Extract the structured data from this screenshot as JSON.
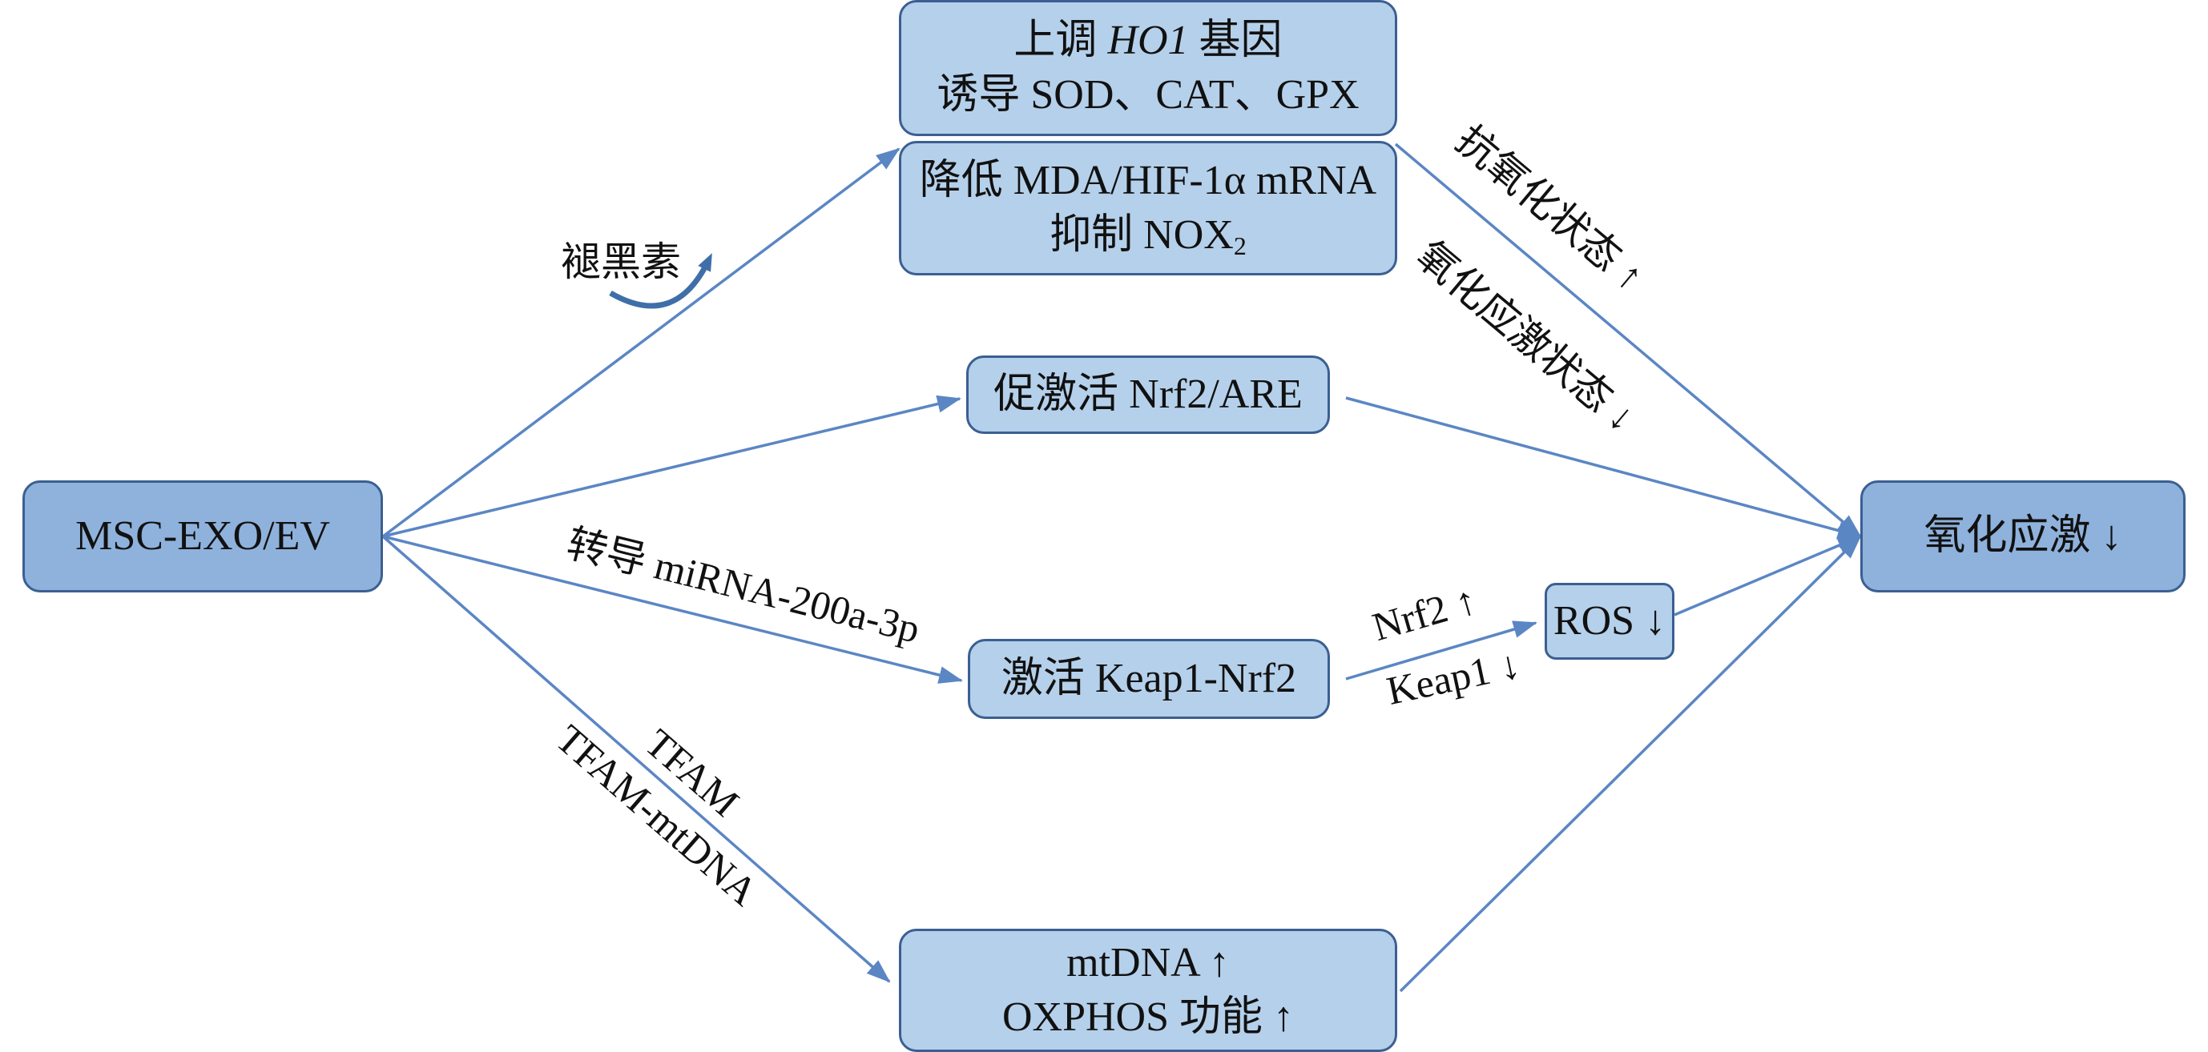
{
  "nodes": {
    "source": "MSC-EXO/EV",
    "target": "氧化应激 ↓",
    "ho1": {
      "line1_a": "上调 ",
      "line1_gene": "HO1",
      "line1_b": " 基因",
      "line2": "诱导 SOD、CAT、GPX"
    },
    "mda": {
      "line1": "降低 MDA/HIF-1α mRNA",
      "line2_a": "抑制 NOX",
      "line2_sub": "2"
    },
    "nrf2_are": "促激活 Nrf2/ARE",
    "keap1": "激活 Keap1-Nrf2",
    "ros": "ROS ↓",
    "mtdna": {
      "line1": "mtDNA ↑",
      "line2": "OXPHOS 功能 ↑"
    }
  },
  "edge_labels": {
    "melatonin": "褪黑素",
    "antioxidant": "抗氧化状态 ↑",
    "oxidative_stress_state": "氧化应激状态 ↓",
    "mirna": "转导 miRNA-200a-3p",
    "nrf2_up": "Nrf2 ↑",
    "keap1_down": "Keap1 ↓",
    "tfam": "TFAM",
    "tfam_mtdna": "TFAM-mtDNA"
  },
  "colors": {
    "box_dark": "#8fb2dc",
    "box_light": "#b5d0ea",
    "border": "#3b5f92",
    "arrow": "#5b86c4",
    "melatonin_arrow": "#3f6fa8"
  }
}
